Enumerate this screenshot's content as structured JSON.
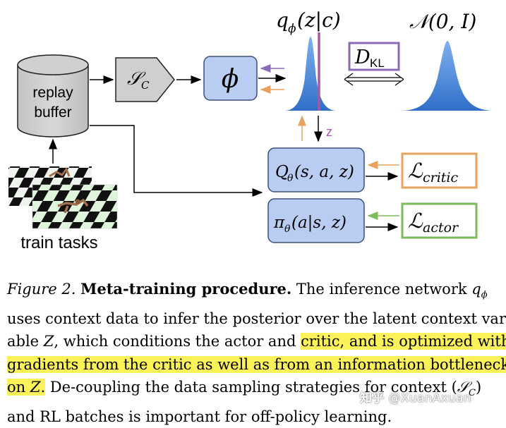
{
  "diagram": {
    "replay_buffer_line1": "replay",
    "replay_buffer_line2": "buffer",
    "train_tasks": "train tasks",
    "sampler_label": "𝒮",
    "sampler_sub": "C",
    "encoder_label": "ϕ",
    "posterior_label": "q",
    "posterior_sub": "ϕ",
    "posterior_args": "(z|c)",
    "prior_label": "𝒩(0, I)",
    "kl_label": "D",
    "kl_sub": "KL",
    "z_label": "z",
    "critic_label": "Q",
    "critic_sub": "θ",
    "critic_args": "(s, a, z)",
    "actor_label": "π",
    "actor_sub": "θ",
    "actor_args": "(a|s, z)",
    "loss_critic_label": "ℒ",
    "loss_critic_sub": "critic",
    "loss_actor_label": "ℒ",
    "loss_actor_sub": "actor"
  },
  "caption": {
    "fig_label": "Figure 2.",
    "title": "Meta-training procedure.",
    "l1_rest": " The inference network ",
    "l1_q": "q",
    "l1_q_sub": "ϕ",
    "l2": "uses context data to infer the posterior over the latent context vari-",
    "l3_a": "able ",
    "l3_z": "Z",
    "l3_b": ", which conditions the actor and ",
    "l3_hl": "critic, and is optimized with",
    "l4_hl": "gradients from the critic as well as from an information bottleneck",
    "l5_hl_a": "on ",
    "l5_hl_z": "Z",
    "l5_hl_b": ".",
    "l5_rest": " De-coupling the data sampling strategies for context (",
    "l5_s": "𝒮",
    "l5_s_sub": "C",
    "l5_close": ")",
    "l6": "and RL batches is important for off-policy learning."
  },
  "watermark": {
    "logo": "知乎",
    "text": "@XuanAxuan"
  },
  "colors": {
    "node_fill": "#b9cdf2",
    "node_stroke": "#3c4f7a",
    "gaussian": "#4a87d6",
    "kl_box": "#8b6bb5",
    "critic_box": "#e8a25a",
    "actor_box": "#7dbb5b",
    "z_sample_line": "#a35aa0",
    "highlight": "#fbf25a"
  }
}
